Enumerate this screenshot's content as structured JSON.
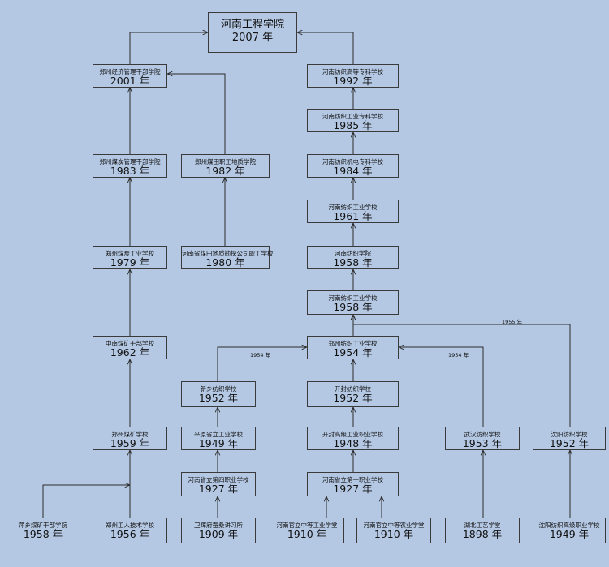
{
  "nodes": {
    "root": {
      "name": "河南工程学院",
      "year": "2007 年"
    },
    "zz_jingji": {
      "name": "郑州经济管理干部学院",
      "year": "2001 年"
    },
    "zz_meitan_ganbu": {
      "name": "郑州煤炭管理干部学院",
      "year": "1983 年"
    },
    "zz_meitian_zhigong": {
      "name": "郑州煤田职工地质学院",
      "year": "1982 年"
    },
    "henan_meitian_dizhi": {
      "name": "河南省煤田地质勘探公司职工学校",
      "year": "1980 年"
    },
    "zz_meitan_gongye": {
      "name": "郑州煤炭工业学校",
      "year": "1979 年"
    },
    "zhongnan_meikuang": {
      "name": "中南煤矿干部学校",
      "year": "1962 年"
    },
    "zz_meikuang": {
      "name": "郑州煤矿学校",
      "year": "1959 年"
    },
    "pingxiang": {
      "name": "萍乡煤矿干部学院",
      "year": "1958 年"
    },
    "zz_gongren": {
      "name": "郑州工人技术学校",
      "year": "1956 年"
    },
    "xinxiang": {
      "name": "新乡纺织学校",
      "year": "1952 年"
    },
    "pingyuan": {
      "name": "平原省立工业学校",
      "year": "1949 年"
    },
    "henan_disi": {
      "name": "河南省立第四职业学校",
      "year": "1927 年"
    },
    "weihui": {
      "name": "卫辉府蚕桑讲习所",
      "year": "1909 年"
    },
    "fz_gaodeng": {
      "name": "河南纺织高等专科学校",
      "year": "1992 年"
    },
    "fz_gongye_zhuanke": {
      "name": "河南纺织工业专科学校",
      "year": "1985 年"
    },
    "fz_jidian": {
      "name": "河南纺织机电专科学校",
      "year": "1984 年"
    },
    "fz_gongye_1961": {
      "name": "河南纺织工业学校",
      "year": "1961 年"
    },
    "fz_xueyuan": {
      "name": "河南纺织学院",
      "year": "1958 年"
    },
    "fz_gongye_1958": {
      "name": "河南纺织工业学校",
      "year": "1958 年"
    },
    "zz_fangzhi": {
      "name": "郑州纺织工业学校",
      "year": "1954 年"
    },
    "kaifeng_fz": {
      "name": "开封纺织学校",
      "year": "1952 年"
    },
    "kaifeng_gaoji": {
      "name": "开封高级工业职业学校",
      "year": "1948 年"
    },
    "henan_diyi": {
      "name": "河南省立第一职业学校",
      "year": "1927 年"
    },
    "zhongdeng_gongye": {
      "name": "河南官立中等工业学堂",
      "year": "1910 年"
    },
    "zhongdeng_nongye": {
      "name": "河南官立中等农业学堂",
      "year": "1910 年"
    },
    "wuhan": {
      "name": "武汉纺织学校",
      "year": "1953 年"
    },
    "hubei": {
      "name": "湖北工艺学堂",
      "year": "1898 年"
    },
    "shenyang_fz": {
      "name": "沈阳纺织学校",
      "year": "1952 年"
    },
    "shenyang_gaoji": {
      "name": "沈阳纺织高级职业学校",
      "year": "1949 年"
    }
  },
  "edge_labels": {
    "xinxiang_to_zz": "1954 年",
    "wuhan_to_zz": "1954 年",
    "shenyang_to_fz": "1955 年"
  },
  "colors": {
    "background": "#b4c8e3",
    "border": "#3a3a3a",
    "line": "#2b2b2b"
  }
}
